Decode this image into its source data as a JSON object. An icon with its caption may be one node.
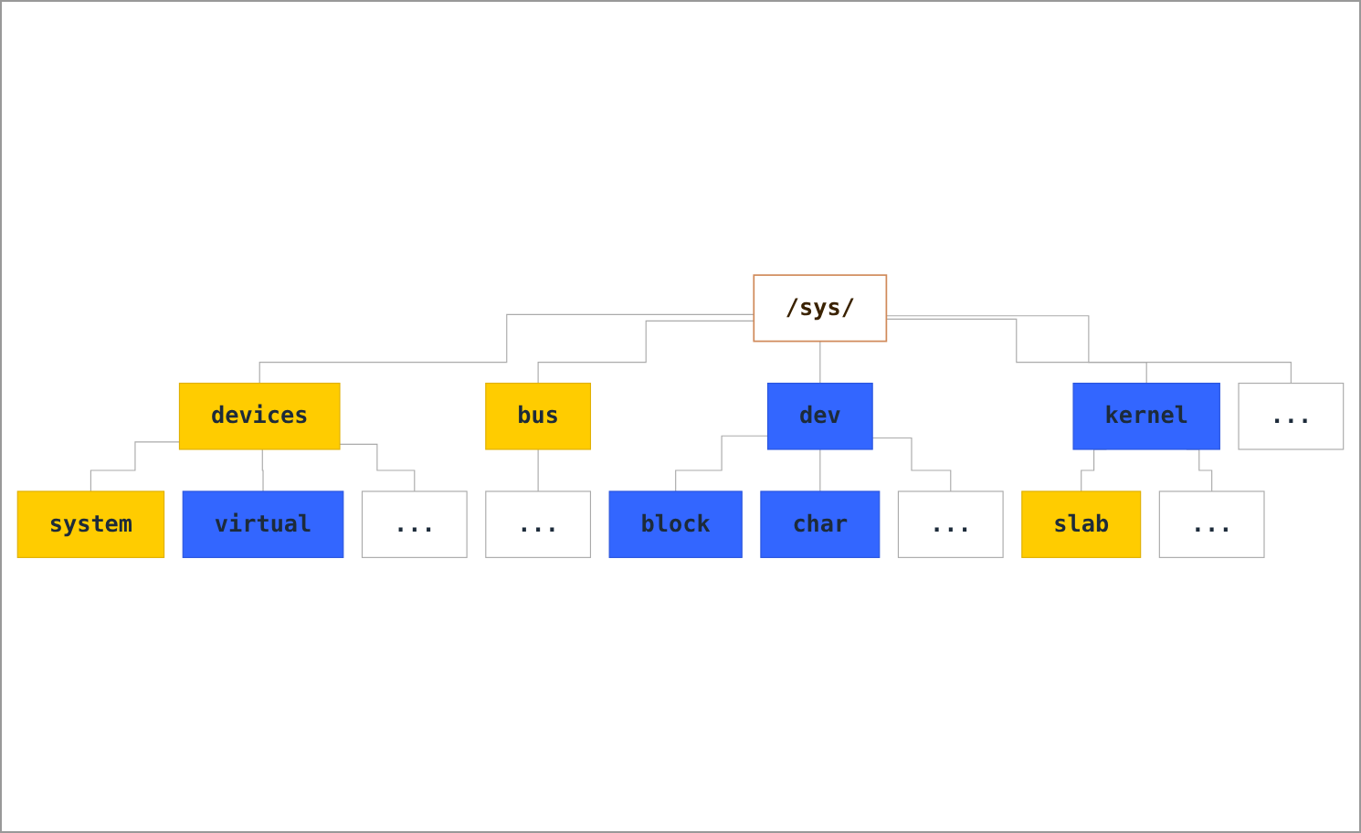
{
  "diagram": {
    "nodes": [
      {
        "text": [
          "/sys/"
        ]
      },
      {
        "text": [
          "devices"
        ]
      },
      {
        "text": [
          "bus"
        ]
      },
      {
        "text": [
          "dev"
        ]
      },
      {
        "text": [
          "kernel"
        ]
      },
      {
        "text": [
          "..."
        ]
      },
      {
        "text": [
          "system"
        ]
      },
      {
        "text": [
          "virtual"
        ]
      },
      {
        "text": [
          "..."
        ]
      },
      {
        "text": [
          "..."
        ]
      },
      {
        "text": [
          "block"
        ]
      },
      {
        "text": [
          "char"
        ]
      },
      {
        "text": [
          "..."
        ]
      },
      {
        "text": [
          "slab"
        ]
      },
      {
        "text": [
          "..."
        ]
      }
    ],
    "edges": [
      {
        "from": 0,
        "to": 1,
        "arrow": "none"
      },
      {
        "from": 0,
        "to": 2,
        "arrow": "none"
      },
      {
        "from": 0,
        "to": 3,
        "arrow": "none"
      },
      {
        "from": 0,
        "to": 4,
        "arrow": "none"
      },
      {
        "from": 0,
        "to": 5,
        "arrow": "none"
      },
      {
        "from": 1,
        "to": 6,
        "arrow": "none"
      },
      {
        "from": 1,
        "to": 7,
        "arrow": "none"
      },
      {
        "from": 1,
        "to": 8,
        "arrow": "none"
      },
      {
        "from": 2,
        "to": 9,
        "arrow": "none"
      },
      {
        "from": 3,
        "to": 10,
        "arrow": "none"
      },
      {
        "from": 3,
        "to": 11,
        "arrow": "none"
      },
      {
        "from": 3,
        "to": 12,
        "arrow": "none"
      },
      {
        "from": 4,
        "to": 13,
        "arrow": "none"
      },
      {
        "from": 4,
        "to": 14,
        "arrow": "none"
      }
    ]
  }
}
